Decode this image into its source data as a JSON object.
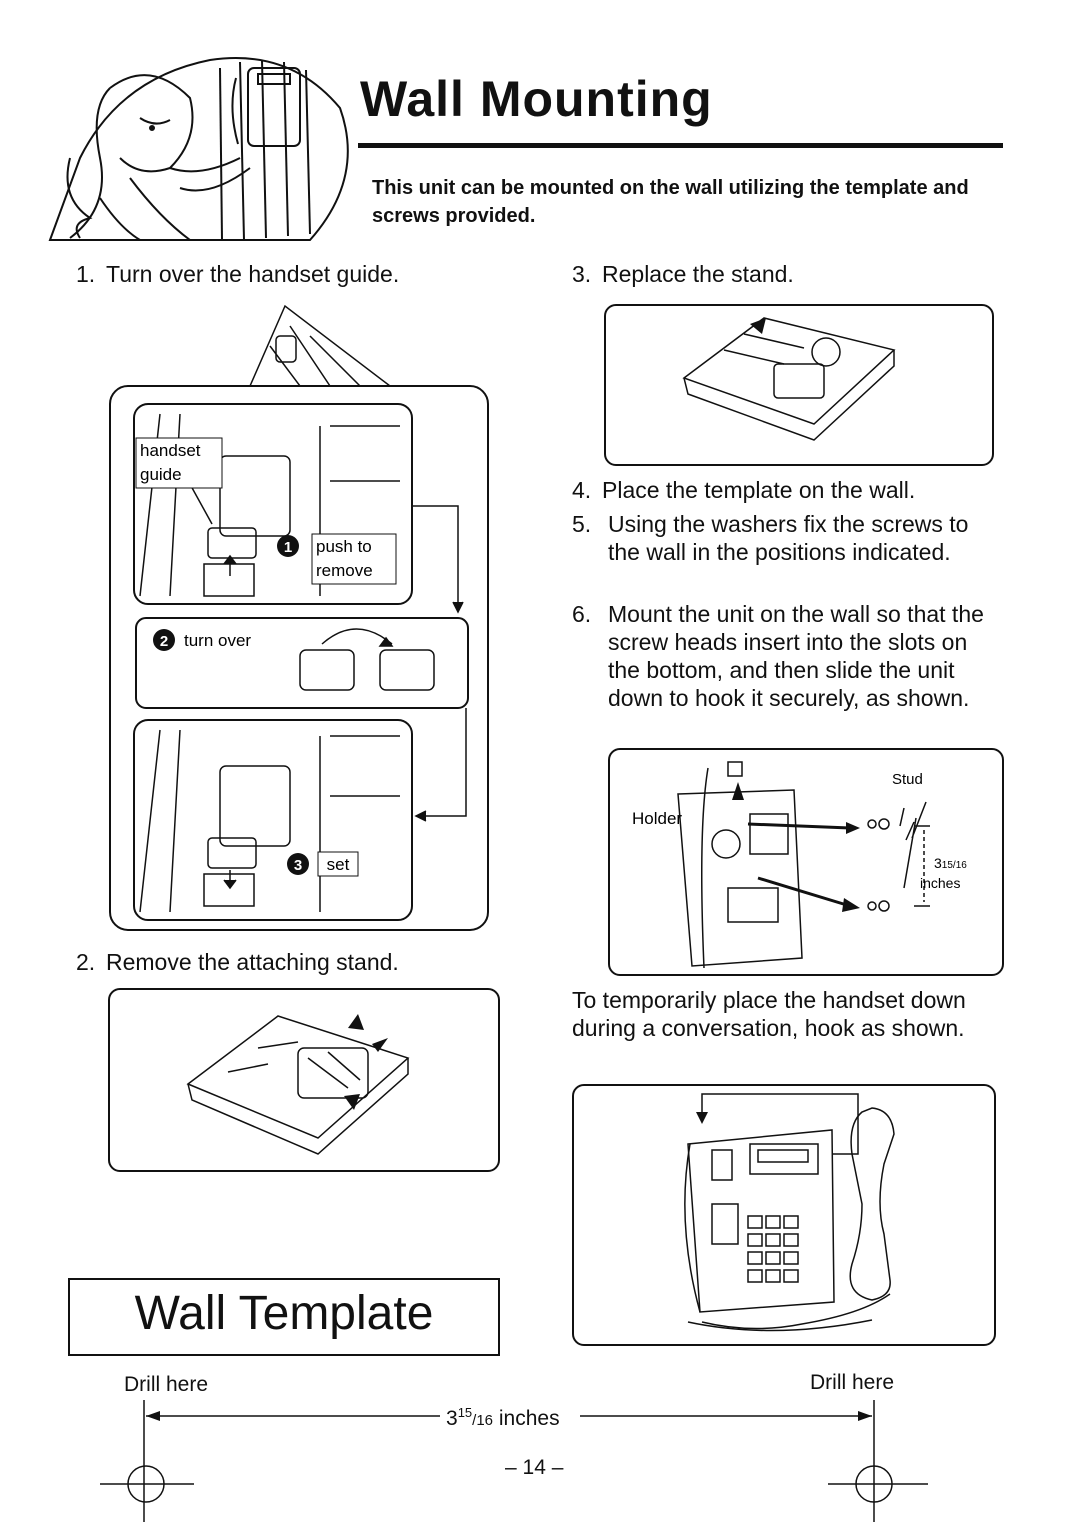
{
  "header": {
    "title": "Wall Mounting",
    "intro": "This unit can be mounted on the wall utilizing the template and screws provided."
  },
  "steps": [
    {
      "num": "1.",
      "text": "Turn over the handset guide."
    },
    {
      "num": "2.",
      "text": "Remove the attaching stand."
    },
    {
      "num": "3.",
      "text": "Replace the stand."
    },
    {
      "num": "4.",
      "text": "Place the template on the wall."
    },
    {
      "num": "5.",
      "text": "Using the washers fix the screws to the wall in the positions indicated."
    },
    {
      "num": "6.",
      "text": "Mount the unit on the wall so that the screw heads insert into the slots on the bottom, and then slide the unit down to hook it securely, as shown."
    }
  ],
  "handset_note": "To temporarily place the handset down during a conversation, hook as shown.",
  "figure1": {
    "label_handset": "handset",
    "label_guide": "guide",
    "label_push": "push to",
    "label_remove": "remove",
    "badge1": "1",
    "badge2": "2",
    "badge3": "3",
    "label_turn": "turn over",
    "label_set": "set"
  },
  "figure_mount": {
    "holder": "Holder",
    "stud": "Stud",
    "dim_num": "3",
    "dim_frac": "15/16",
    "dim_unit": "inches"
  },
  "template": {
    "title": "Wall Template",
    "drill_left": "Drill here",
    "drill_right": "Drill here",
    "dim_num": "3",
    "dim_sup": "15",
    "dim_sub": "/16",
    "dim_unit": "inches"
  },
  "page_number": "– 14 –"
}
